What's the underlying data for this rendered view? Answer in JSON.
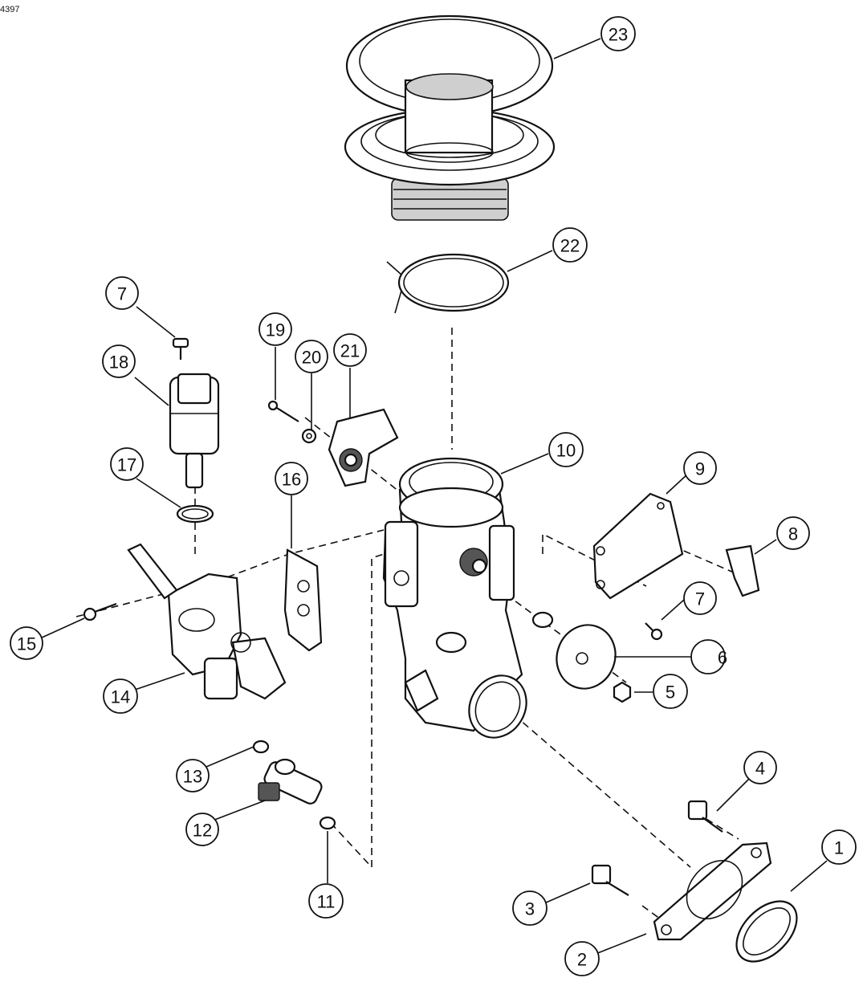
{
  "figure_id": "4397",
  "callouts": {
    "c1": "1",
    "c2": "2",
    "c3": "3",
    "c4": "4",
    "c5": "5",
    "c6": "6",
    "c7a": "7",
    "c7b": "7",
    "c8": "8",
    "c9": "9",
    "c10": "10",
    "c11": "11",
    "c12": "12",
    "c13": "13",
    "c14": "14",
    "c15": "15",
    "c16": "16",
    "c17": "17",
    "c18": "18",
    "c19": "19",
    "c20": "20",
    "c21": "21",
    "c22": "22",
    "c23": "23"
  }
}
